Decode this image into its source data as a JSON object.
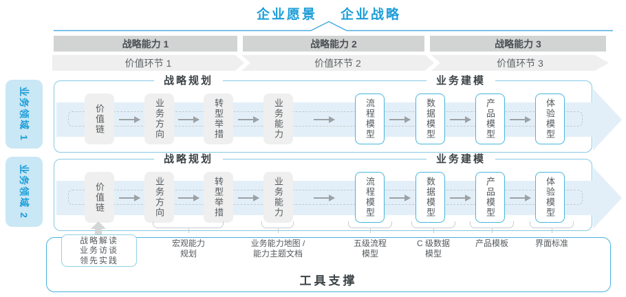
{
  "title": {
    "vision": "企业愿景",
    "strategy": "企业战略"
  },
  "capability_bars": [
    "战略能力 1",
    "战略能力 2",
    "战略能力 3"
  ],
  "value_links": [
    "价值环节 1",
    "价值环节 2",
    "价值环节 3"
  ],
  "domains": [
    {
      "tab_label": "业务领域 1",
      "planning_header": "战略规划",
      "modeling_header": "业务建模",
      "planning_boxes": [
        "价值链",
        "业务方向",
        "转型举措",
        "业务能力"
      ],
      "modeling_boxes": [
        "流程模型",
        "数据模型",
        "产品模型",
        "体验模型"
      ]
    },
    {
      "tab_label": "业务领域 2",
      "planning_header": "战略规划",
      "modeling_header": "业务建模",
      "planning_boxes": [
        "价值链",
        "业务方向",
        "转型举措",
        "业务能力"
      ],
      "modeling_boxes": [
        "流程模型",
        "数据模型",
        "产品模型",
        "体验模型"
      ]
    }
  ],
  "annotations": {
    "practice_box": [
      "战略解读",
      "业务访谈",
      "领先实践"
    ],
    "bottom_labels": [
      {
        "line1": "宏观能力",
        "line2": "规划"
      },
      {
        "line1": "业务能力地图 /",
        "line2": "能力主题文档"
      },
      {
        "line1": "五级流程",
        "line2": "模型"
      },
      {
        "line1": "C 级数据",
        "line2": "模型"
      },
      {
        "line1": "产品模板",
        "line2": ""
      },
      {
        "line1": "界面标准",
        "line2": ""
      }
    ]
  },
  "footer": {
    "label": "工具支撑"
  },
  "colors": {
    "accent_blue": "#1b9dd9",
    "container_border_blue": "#45b0dc",
    "row_border_blue": "#85c8e3",
    "tab_fill": "#c9e7f5",
    "band_fill": "#e3eff8",
    "capability_bar_gray": "#d2d4d4",
    "value_link_gray": "#efefef",
    "box_gray": "#efefef",
    "text_dark": "#3c4347",
    "text_gray": "#54595d"
  }
}
